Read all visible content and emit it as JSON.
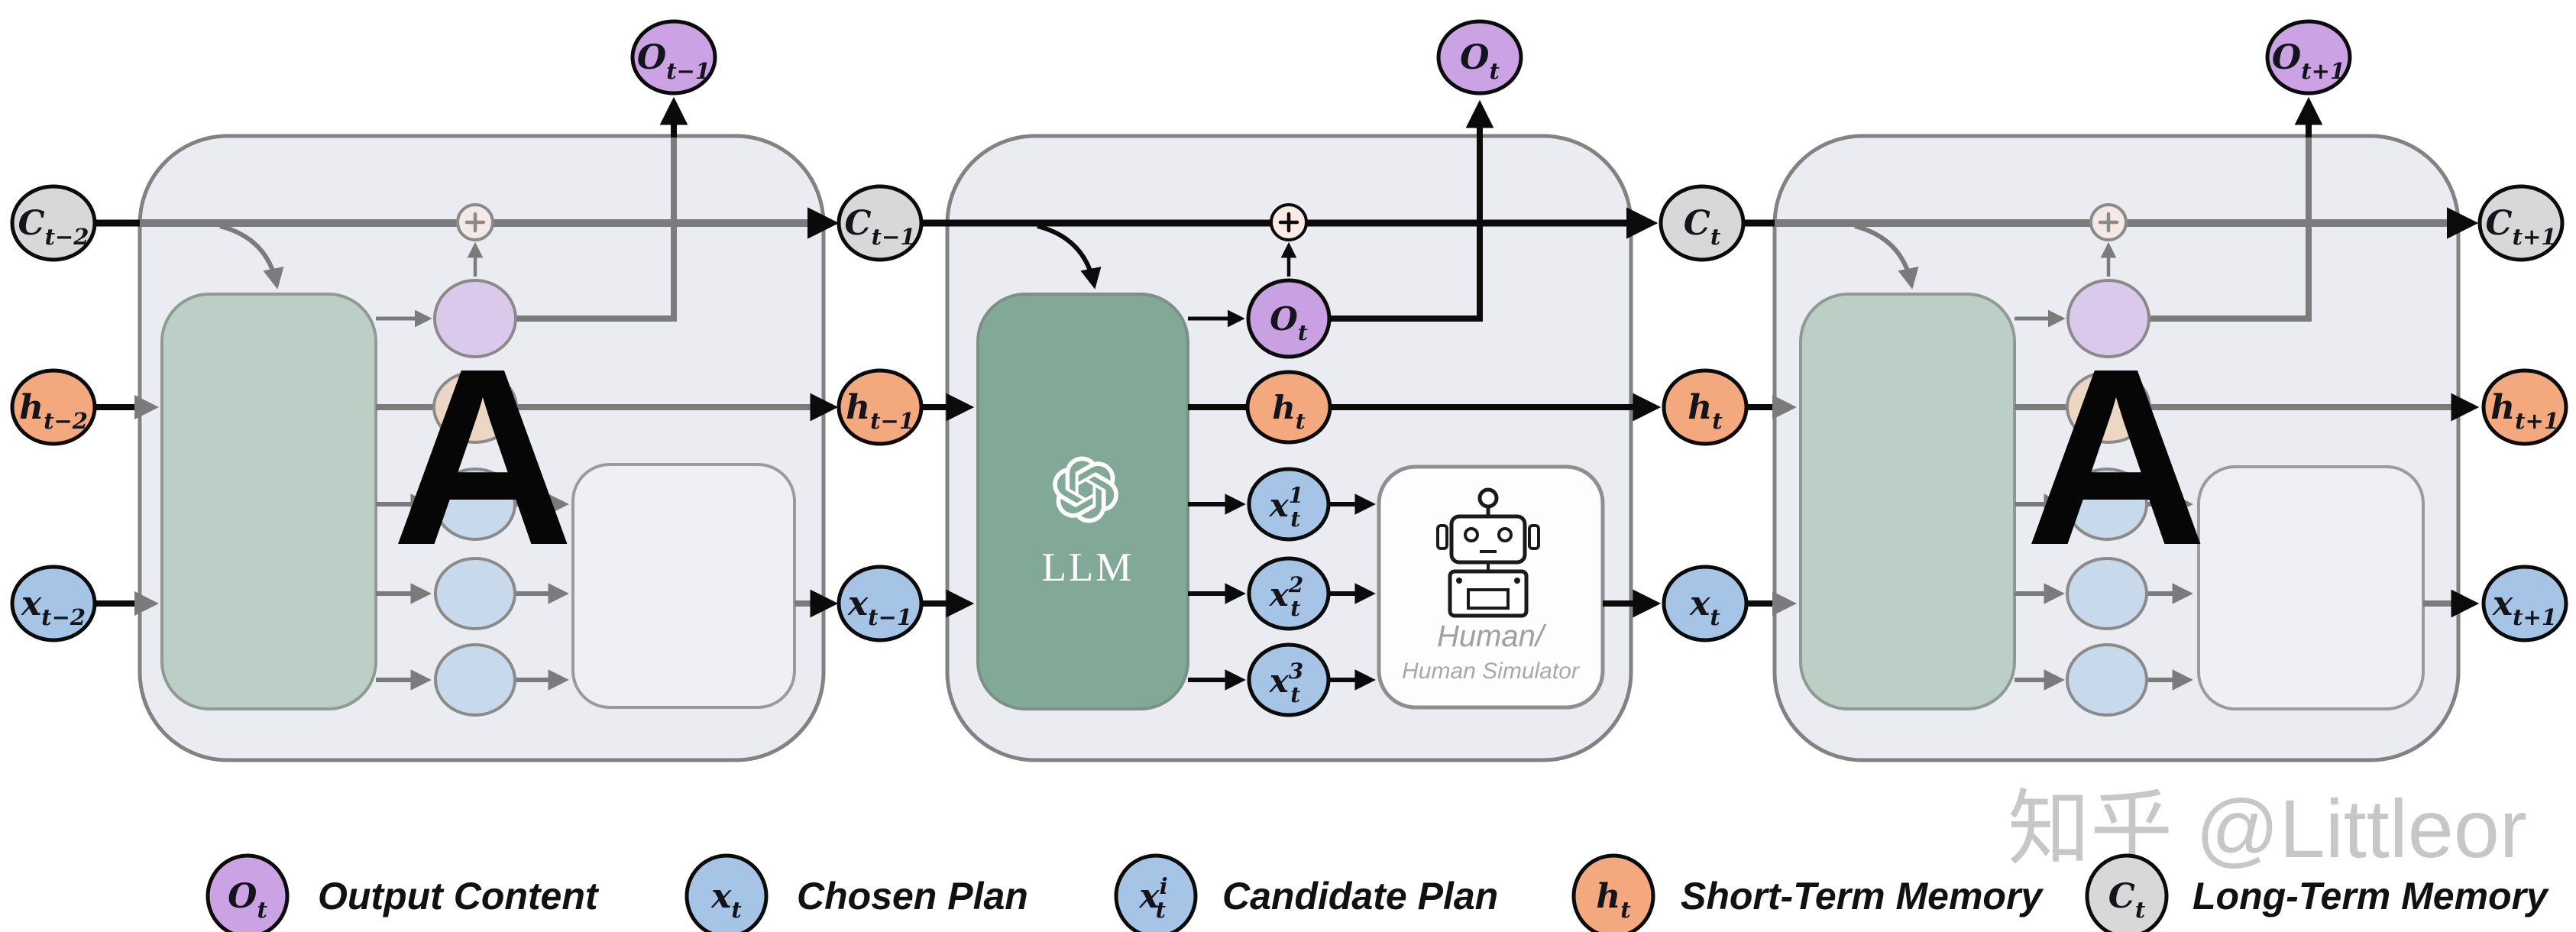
{
  "figure": {
    "watermark": "知乎 @Littleor",
    "cells": {
      "left": {
        "letter": "A"
      },
      "middle": {
        "llm_label": "LLM",
        "human_box": {
          "line1": "Human/",
          "line2": "Human Simulator"
        }
      },
      "right": {
        "letter": "A"
      }
    },
    "nodes": {
      "o_prev": {
        "base": "O",
        "sub": "t−1"
      },
      "o_cur": {
        "base": "O",
        "sub": "t"
      },
      "o_next": {
        "base": "O",
        "sub": "t+1"
      },
      "c_prev2": {
        "base": "C",
        "sub": "t−2"
      },
      "c_prev": {
        "base": "C",
        "sub": "t−1"
      },
      "c_cur": {
        "base": "C",
        "sub": "t"
      },
      "c_next": {
        "base": "C",
        "sub": "t+1"
      },
      "h_prev2": {
        "base": "h",
        "sub": "t−2"
      },
      "h_prev": {
        "base": "h",
        "sub": "t−1"
      },
      "h_cur": {
        "base": "h",
        "sub": "t"
      },
      "h_next": {
        "base": "h",
        "sub": "t+1"
      },
      "x_prev2": {
        "base": "x",
        "sub": "t−2"
      },
      "x_prev": {
        "base": "x",
        "sub": "t−1"
      },
      "x_cur": {
        "base": "x",
        "sub": "t"
      },
      "x_next": {
        "base": "x",
        "sub": "t+1"
      },
      "o_inner": {
        "base": "O",
        "sub": "t"
      },
      "h_inner": {
        "base": "h",
        "sub": "t"
      },
      "x_cand1": {
        "base": "x",
        "sub": "t",
        "sup": "1"
      },
      "x_cand2": {
        "base": "x",
        "sub": "t",
        "sup": "2"
      },
      "x_cand3": {
        "base": "x",
        "sub": "t",
        "sup": "3"
      }
    },
    "legend": {
      "output": {
        "symbol": {
          "base": "O",
          "sub": "t"
        },
        "label": "Output Content"
      },
      "chosen": {
        "symbol": {
          "base": "x",
          "sub": "t"
        },
        "label": "Chosen Plan"
      },
      "candidate": {
        "symbol": {
          "base": "x",
          "sub": "t",
          "sup": "i"
        },
        "label": "Candidate Plan"
      },
      "short_term": {
        "symbol": {
          "base": "h",
          "sub": "t"
        },
        "label": "Short-Term Memory"
      },
      "long_term": {
        "symbol": {
          "base": "C",
          "sub": "t"
        },
        "label": "Long-Term Memory"
      }
    },
    "colors": {
      "output_purple": "#cba2e3",
      "inner_purple": "#c9a1e2",
      "short_term_orange": "#f3a87d",
      "plan_blue": "#a6c4e5",
      "long_term_gray": "#d8d8d8",
      "llm_green": "#82a897",
      "faded_green": "#bccfc6",
      "faded_purple": "#dbc9ec",
      "faded_orange": "#eed6c4",
      "faded_blue": "#c8d9ec",
      "plus_pink": "#fbe9e4",
      "plus_pink_faded": "#f4e9e6",
      "cell_bg": "#ebecf1",
      "wire_gray": "#7b7b7b",
      "watermark_gray": "#c7c7c7"
    }
  }
}
